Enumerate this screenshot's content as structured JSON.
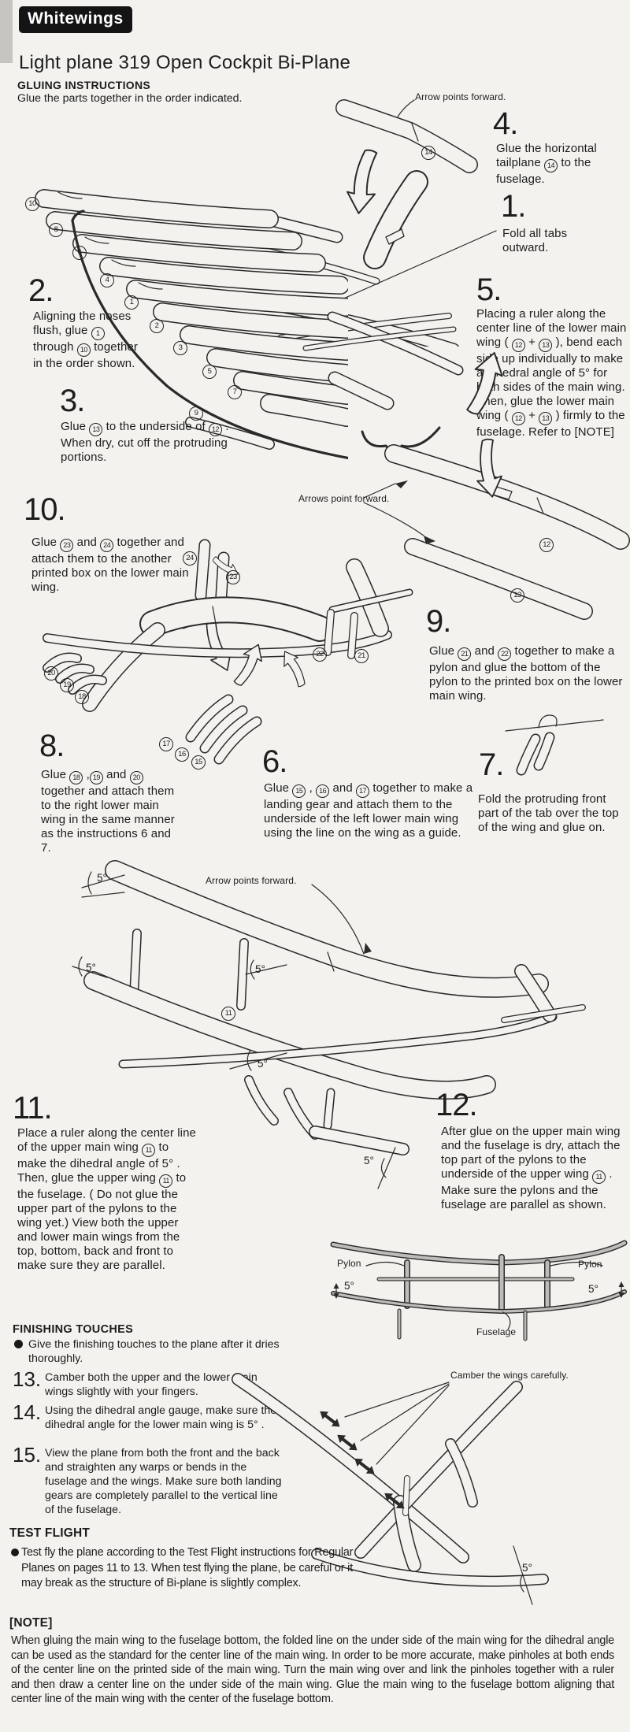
{
  "header": {
    "logo": "Whitewings",
    "title": "Light plane 319 Open Cockpit Bi-Plane"
  },
  "gluing": {
    "heading": "GLUING INSTRUCTIONS",
    "intro": "Glue the parts together in the order indicated."
  },
  "steps": {
    "s1": {
      "num": "1.",
      "text": "Fold all tabs outward."
    },
    "s2": {
      "num": "2.",
      "text": "Aligning the noses flush, glue {1} through {10} together in the order shown."
    },
    "s3": {
      "num": "3.",
      "text": "Glue {13} to the underside of {12} .  When dry, cut off the protruding portions."
    },
    "s4": {
      "num": "4.",
      "text": "Glue the horizontal tailplane {14} to the fuselage."
    },
    "s5": {
      "num": "5.",
      "text": "Placing a ruler along the center line of the lower main wing ( {12} + {13} ),  bend each side up individually to make a dihedral angle of  5° for both sides of the main wing. Then, glue the lower main wing ( {12} + {13} ) firmly to the fuselage.   Refer to [NOTE]"
    },
    "s6": {
      "num": "6.",
      "text": "Glue {15} , {16} and {17} together to make a landing gear and attach them to the underside of the left lower main wing using the line on the wing as a guide."
    },
    "s7": {
      "num": "7.",
      "text": "Fold the protruding front part of the tab over the top of the wing and glue on."
    },
    "s8": {
      "num": "8.",
      "text": "Glue {18} ,{19} and {20} together and attach them to the right lower main wing in the same manner as the instructions 6 and 7."
    },
    "s9": {
      "num": "9.",
      "text": "Glue {21} and {22} together to make a pylon and glue the bottom of the pylon to the printed box on the lower main wing."
    },
    "s10": {
      "num": "10.",
      "text": "Glue {23} and {24} together and attach them to the another printed box on the lower main wing."
    },
    "s11": {
      "num": "11.",
      "text": "Place a ruler along the center line of the upper main wing {11} to make the dihedral angle of 5° . Then, glue the upper wing {11}  to the fuselage. ( Do not glue the upper part of the pylons to the wing yet.)  View both the upper and lower main wings from the top, bottom, back and front to make sure they are parallel."
    },
    "s12": {
      "num": "12.",
      "text": "After glue on the upper main wing and the fuselage is dry, attach the top part of the pylons to the underside of the upper wing {11} . Make sure the pylons and the fuselage are parallel as shown."
    }
  },
  "finishing": {
    "heading": "FINISHING TOUCHES",
    "bullet": "Give the finishing touches to the plane after it dries thoroughly.",
    "items": [
      {
        "num": "13.",
        "text": "Camber both the upper and the lower main wings  slightly with your fingers."
      },
      {
        "num": "14.",
        "text": "Using the dihedral angle gauge, make sure the dihedral angle for the lower main wing is  5° ."
      },
      {
        "num": "15.",
        "text": "View the plane from both the front and the back and straighten any warps or bends in the fuselage and the wings. Make sure both landing gears are completely parallel to the vertical line of the fuselage."
      }
    ]
  },
  "test_flight": {
    "heading": "TEST FLIGHT",
    "text": "Test fly the plane according to the Test Flight instructions for Regular Planes on pages 11 to 13. When test flying the plane,  be careful or it may break as the structure of Bi-plane is slightly complex."
  },
  "note": {
    "heading": "[NOTE]",
    "text": "When gluing the main wing to the fuselage bottom, the folded line on the under side of the main wing for the dihedral angle can be used as the standard for the center line of the main wing.  In order to be more accurate,  make pinholes at both ends of the center line on the printed side of the main wing.  Turn the main wing over and link the pinholes together with a ruler and then draw a center line on the under side of the main wing. Glue the main wing to the fuselage bottom aligning that center line of the main wing with the center of the fuselage bottom."
  },
  "labels": {
    "arrow_points_forward": "Arrow points forward.",
    "arrows_point_forward": "Arrows point forward.",
    "camber": "Camber the wings carefully.",
    "pylon": "Pylon",
    "fuselage": "Fuselage",
    "deg5": "5°"
  },
  "parts": {
    "p1": "1",
    "p2": "2",
    "p3": "3",
    "p4": "4",
    "p5": "5",
    "p6": "6",
    "p7": "7",
    "p8": "8",
    "p9": "9",
    "p10": "10",
    "p11": "11",
    "p12": "12",
    "p13": "13",
    "p14": "14",
    "p15": "15",
    "p16": "16",
    "p17": "17",
    "p18": "18",
    "p19": "19",
    "p20": "20",
    "p21": "21",
    "p22": "22",
    "p23": "23",
    "p24": "24"
  }
}
